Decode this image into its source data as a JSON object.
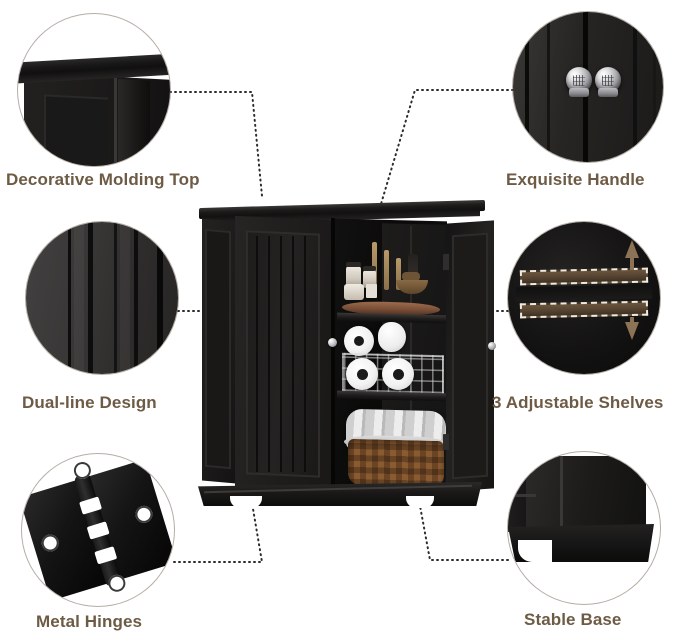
{
  "page": {
    "type": "product-feature-infographic",
    "product": "black freestanding bathroom storage cabinet",
    "background_color": "#ffffff",
    "label_color": "#6e5b45",
    "connector_color": "#2c2c2c"
  },
  "features": [
    {
      "id": "decorative-molding-top",
      "label": "Decorative Molding Top",
      "position": "top-left",
      "icon": "cabinet-crown-molding-closeup"
    },
    {
      "id": "exquisite-handle",
      "label": "Exquisite Handle",
      "position": "top-right",
      "icon": "chrome-door-knob-closeup"
    },
    {
      "id": "dual-line-design",
      "label": "Dual-line Design",
      "position": "middle-left",
      "icon": "grooved-panel-closeup"
    },
    {
      "id": "adjustable-shelves",
      "label": "3 Adjustable Shelves",
      "position": "middle-right",
      "icon": "shelf-height-adjust-arrows"
    },
    {
      "id": "metal-hinges",
      "label": "Metal Hinges",
      "position": "bottom-left",
      "icon": "black-metal-hinge-closeup"
    },
    {
      "id": "stable-base",
      "label": "Stable Base",
      "position": "bottom-right",
      "icon": "cabinet-plinth-base-closeup"
    }
  ],
  "cabinet": {
    "name": "black-storage-cabinet",
    "doors": 2,
    "right_door_state": "open",
    "shelves": 3,
    "shelf_contents": [
      "wooden tray with candles, jars and bowl",
      "wire basket with rolled toilet paper",
      "wicker basket with folded gray towels"
    ]
  }
}
